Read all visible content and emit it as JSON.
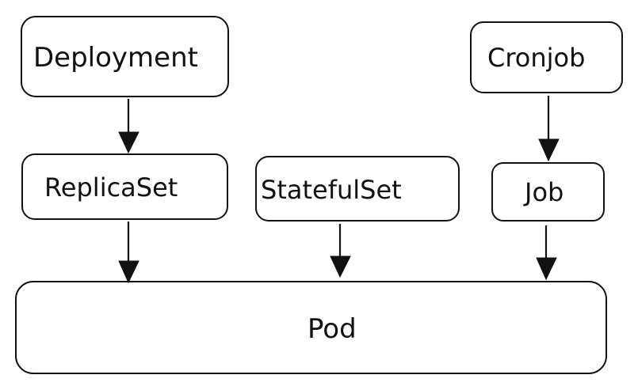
{
  "nodes": {
    "deployment": "Deployment",
    "cronjob": "Cronjob",
    "replicaset": "ReplicaSet",
    "statefulset": "StatefulSet",
    "job": "Job",
    "pod": "Pod"
  },
  "edges": [
    {
      "from": "Deployment",
      "to": "ReplicaSet"
    },
    {
      "from": "Cronjob",
      "to": "Job"
    },
    {
      "from": "ReplicaSet",
      "to": "Pod"
    },
    {
      "from": "StatefulSet",
      "to": "Pod"
    },
    {
      "from": "Job",
      "to": "Pod"
    }
  ]
}
